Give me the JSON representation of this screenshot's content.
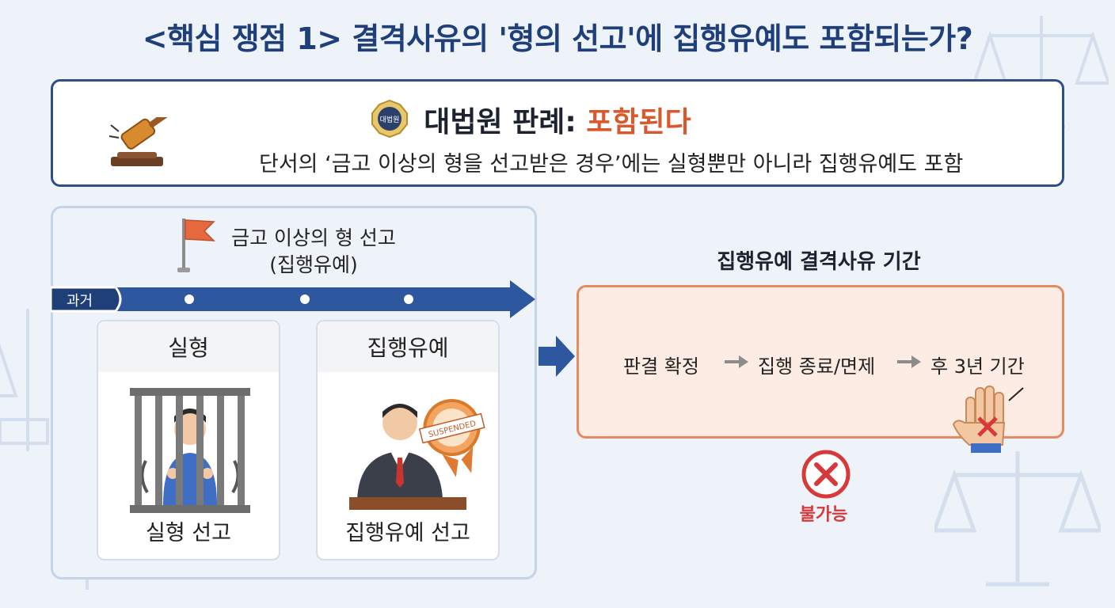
{
  "title": "<핵심 쟁점 1> 결격사유의 '형의 선고'에 집행유예도 포함되는가?",
  "ruling": {
    "heading_prefix": "대법원 판례: ",
    "heading_accent": "포함된다",
    "subtext": "단서의 ‘금고 이상의 형을 선고받은 경우’에는 실형뿐만 아니라 집행유예도 포함",
    "seal_text": "대법원"
  },
  "timeline": {
    "flag_label_line1": "금고 이상의 형 선고",
    "flag_label_line2": "(집행유예)",
    "past_label": "과거"
  },
  "cards": [
    {
      "title": "실형",
      "caption": "실형 선고"
    },
    {
      "title": "집행유예",
      "caption": "집행유예 선고",
      "stamp_text": "SUSPENDED"
    }
  ],
  "period": {
    "title": "집행유예 결격사유 기간",
    "steps": [
      "판결 확정",
      "집행 종료/면제",
      "후 3년 기간"
    ]
  },
  "result_label": "불가능",
  "colors": {
    "navy": "#1f3f7a",
    "accent_orange": "#d9582c",
    "timeline_blue": "#2d58a0",
    "period_fill": "#fdece3",
    "period_border": "#e48a62",
    "red": "#d7383a"
  }
}
